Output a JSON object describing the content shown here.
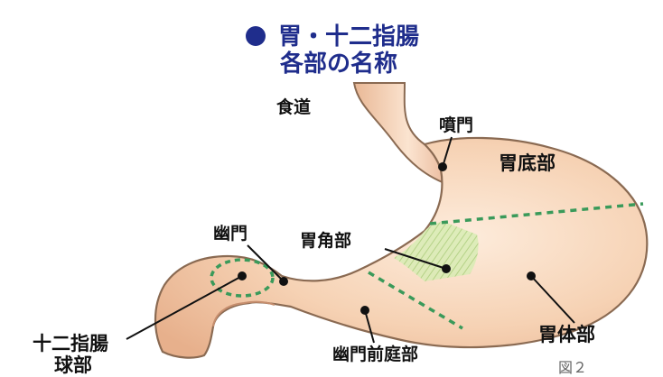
{
  "title": {
    "line1": "胃・十二指腸",
    "line2": "各部の名称"
  },
  "colors": {
    "title": "#1f2d8c",
    "organ_fill": "#f6d2b4",
    "organ_outline": "#8a6a52",
    "dotted_line": "#3a9a5a",
    "angle_region": "#cfe6a6"
  },
  "labels": {
    "esophagus": "食道",
    "cardia": "噴門",
    "fundus": "胃底部",
    "pylorus": "幽門",
    "angular": "胃角部",
    "antrum": "幽門前庭部",
    "body": "胃体部",
    "duodenal_bulb_line1": "十二指腸",
    "duodenal_bulb_line2": "球部"
  },
  "caption": "図２"
}
